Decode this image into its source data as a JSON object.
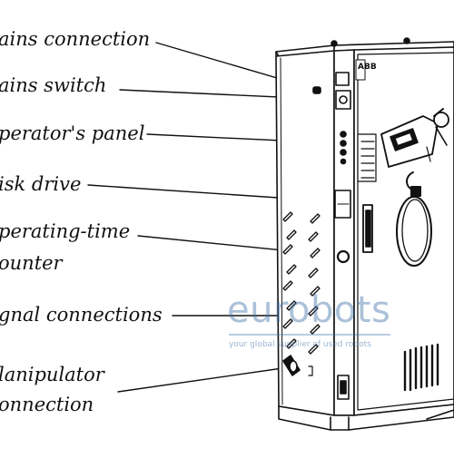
{
  "labels": {
    "mains_connection": "ains connection",
    "mains_switch": "ains switch",
    "operators_panel": "perator's panel",
    "disk_drive": "isk drive",
    "operating_time_1": "perating-time",
    "operating_time_2": "ounter",
    "signal_connections": "gnal connections",
    "manipulator_1": "lanipulator",
    "manipulator_2": "onnection"
  },
  "cabinet": {
    "brand": "ABB"
  },
  "watermark": {
    "name": "eurobots",
    "tagline": "your global supplier of used robots",
    "color": "#3a6ea5"
  }
}
